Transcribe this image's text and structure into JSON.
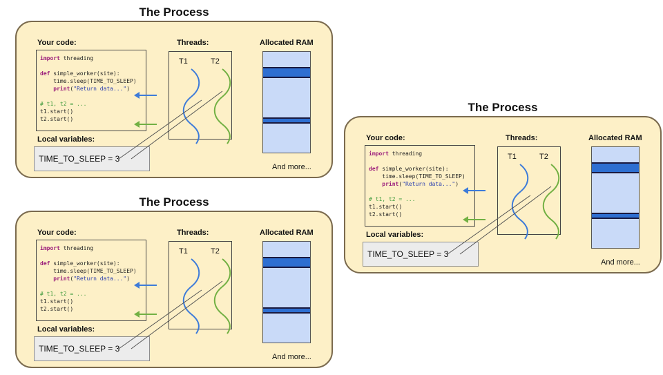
{
  "process_title": "The Process",
  "code_label": "Your code:",
  "threads_label": "Threads:",
  "ram_label": "Allocated RAM",
  "local_vars_label": "Local variables:",
  "var_text": "TIME_TO_SLEEP = 3",
  "and_more": "And more...",
  "thread_names": [
    "T1",
    "T2"
  ],
  "code": {
    "l1_kw": "import",
    "l1_rest": " threading",
    "l2_kw": "def",
    "l2_rest": " simple_worker(site):",
    "l3": "    time.sleep(TIME_TO_SLEEP)",
    "l4_kw": "    print",
    "l4_p1": "(",
    "l4_str": "\"Return data...\"",
    "l4_p2": ")",
    "l5": "# t1, t2 = ...",
    "l6": "t1.start()",
    "l7": "t2.start()"
  },
  "colors": {
    "process_fill": "#fdf0c7",
    "thread1": "#3d7bd9",
    "thread2": "#72b043",
    "ram_fill": "#c9daf8",
    "ram_block": "#2e6fd1"
  }
}
